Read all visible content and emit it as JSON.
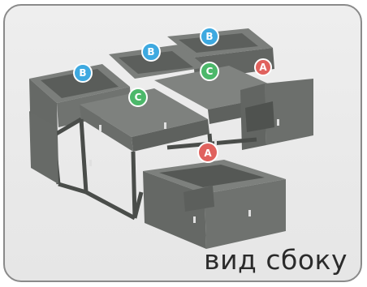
{
  "caption": "вид сбоку",
  "markers": [
    {
      "id": "b-top-right",
      "label": "B",
      "color": "#3ea9e0"
    },
    {
      "id": "b-middle",
      "label": "B",
      "color": "#3ea9e0"
    },
    {
      "id": "b-left",
      "label": "B",
      "color": "#3ea9e0"
    },
    {
      "id": "c-right",
      "label": "C",
      "color": "#4cb86a"
    },
    {
      "id": "c-left",
      "label": "C",
      "color": "#4cb86a"
    },
    {
      "id": "a-back",
      "label": "A",
      "color": "#e0625e"
    },
    {
      "id": "a-front",
      "label": "A",
      "color": "#e0625e"
    }
  ],
  "colors": {
    "block": "#6e716e",
    "block_dark": "#585b58",
    "block_light": "#858885",
    "frame": "#3f423f"
  }
}
